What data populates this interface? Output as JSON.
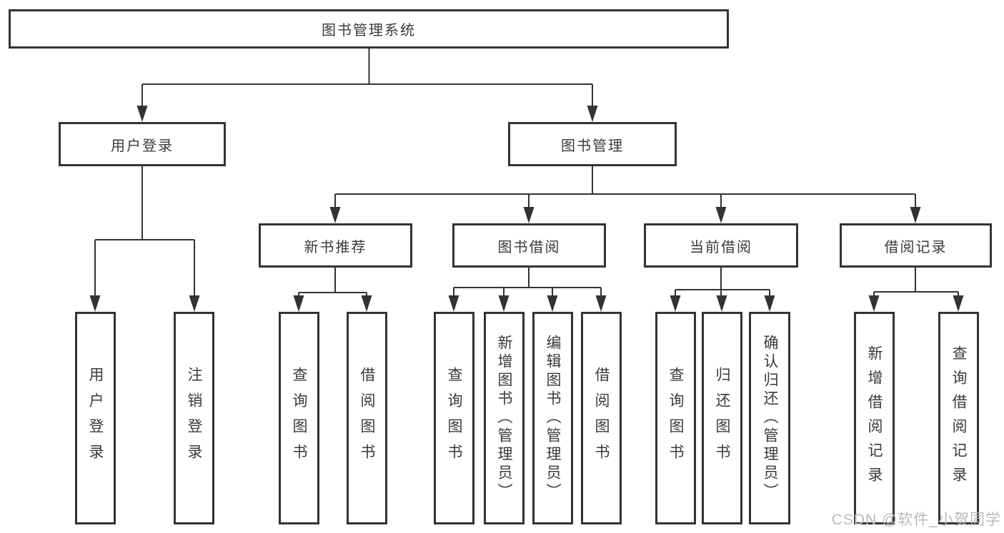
{
  "diagram": {
    "root": {
      "label": "图书管理系统"
    },
    "level2": [
      {
        "id": "user-login",
        "label": "用户登录"
      },
      {
        "id": "book-management",
        "label": "图书管理"
      }
    ],
    "level3": [
      {
        "id": "new-book-recommend",
        "label": "新书推荐",
        "parent": "图书管理"
      },
      {
        "id": "book-borrowing",
        "label": "图书借阅",
        "parent": "图书管理"
      },
      {
        "id": "current-borrowing",
        "label": "当前借阅",
        "parent": "图书管理"
      },
      {
        "id": "borrowing-records",
        "label": "借阅记录",
        "parent": "图书管理"
      }
    ],
    "leaves": [
      {
        "id": "user-login-leaf",
        "label": "用户登录",
        "parent": "用户登录"
      },
      {
        "id": "logout-leaf",
        "label": "注销登录",
        "parent": "用户登录"
      },
      {
        "id": "search-books-recommend",
        "label": "查询图书",
        "parent": "新书推荐"
      },
      {
        "id": "borrow-books-recommend",
        "label": "借阅图书",
        "parent": "新书推荐"
      },
      {
        "id": "search-books-borrowing",
        "label": "查询图书",
        "parent": "图书借阅"
      },
      {
        "id": "add-books-admin",
        "label": "新增图书（管理员）",
        "parent": "图书借阅"
      },
      {
        "id": "edit-books-admin",
        "label": "编辑图书（管理员）",
        "parent": "图书借阅"
      },
      {
        "id": "borrow-books-borrowing",
        "label": "借阅图书",
        "parent": "图书借阅"
      },
      {
        "id": "search-books-current",
        "label": "查询图书",
        "parent": "当前借阅"
      },
      {
        "id": "return-books",
        "label": "归还图书",
        "parent": "当前借阅"
      },
      {
        "id": "confirm-return-admin",
        "label": "确认归还（管理员）",
        "parent": "当前借阅"
      },
      {
        "id": "add-borrow-record",
        "label": "新增借阅记录",
        "parent": "借阅记录"
      },
      {
        "id": "search-borrow-record",
        "label": "查询借阅记录",
        "parent": "借阅记录"
      }
    ]
  },
  "watermark": {
    "text": "CSDN @软件_小贺同学"
  },
  "colors": {
    "line": "#333333",
    "box_border": "#333333",
    "text": "#3a3a3a",
    "watermark": "#b9b9b9",
    "background": "#ffffff"
  }
}
